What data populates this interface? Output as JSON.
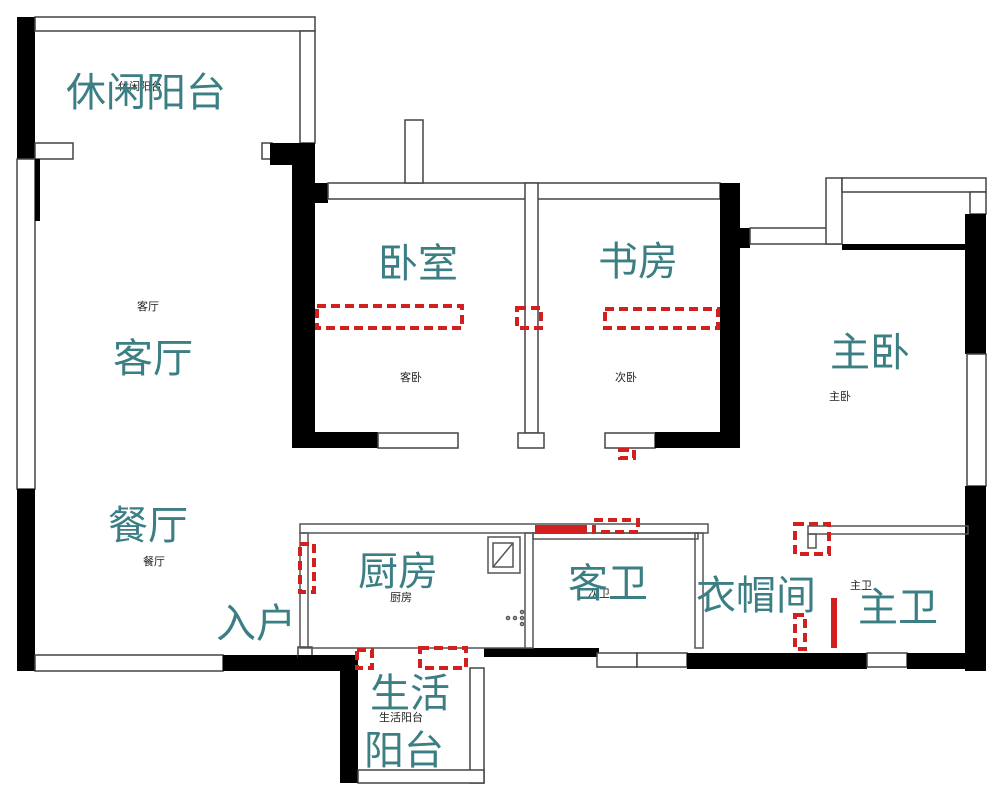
{
  "colors": {
    "wall": "#000000",
    "handwritten_label": "#3b7f84",
    "demolition_mark": "#d21f1f",
    "small_label": "#222222"
  },
  "labels": {
    "leisure_balcony": "休闲阳台",
    "leisure_balcony_small": "休闲阳台",
    "living_room": "客厅",
    "living_room_small": "客厅",
    "dining_room": "餐厅",
    "dining_room_small": "餐厅",
    "bedroom": "卧室",
    "guest_bedroom_small": "客卧",
    "study": "书房",
    "second_bedroom_small": "次卧",
    "master_bedroom": "主卧",
    "master_bedroom_small": "主卧",
    "kitchen": "厨房",
    "kitchen_small": "厨房",
    "guest_bathroom": "客卫",
    "guest_bathroom_small": "次卫",
    "cloakroom": "衣帽间",
    "master_bathroom": "主卫",
    "master_bathroom_small": "主卫",
    "entrance": "入户",
    "service_balcony_line1": "生活",
    "service_balcony_line2": "阳台",
    "service_balcony_small": "生活阳台"
  }
}
